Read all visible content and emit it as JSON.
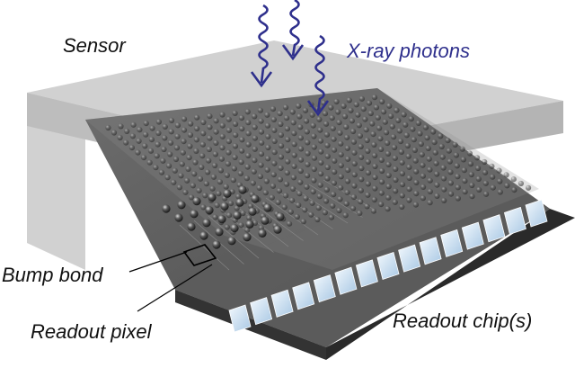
{
  "labels": {
    "sensor": "Sensor",
    "xray": "X-ray photons",
    "bump_bond": "Bump bond",
    "readout_pixel": "Readout pixel",
    "readout_chips": "Readout chip(s)"
  },
  "colors": {
    "label_text": "#111111",
    "photon_arrow": "#2e2f8c",
    "sensor_slab": "#b9b9b9",
    "chip_top": "#5a5a5a",
    "chip_side": "#2c2c2c",
    "bump": "#3a3a3a",
    "wire_pad": "#cfe2f2"
  },
  "icons": {
    "photon": "wavy-arrow-icon",
    "bump": "sphere-icon"
  }
}
